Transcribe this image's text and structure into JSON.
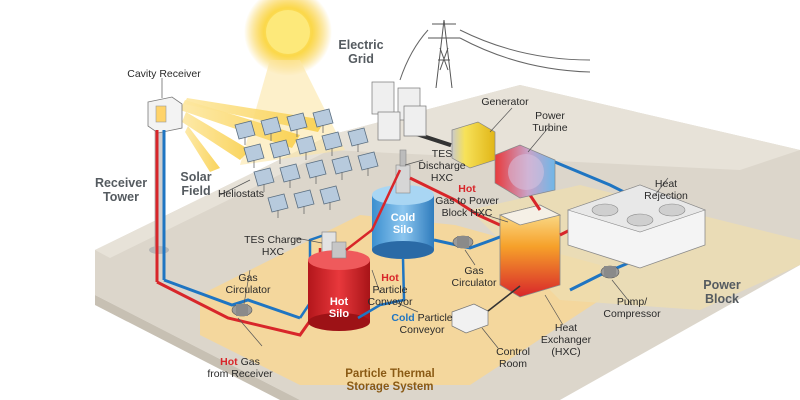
{
  "labels": {
    "cavity_receiver": "Cavity Receiver",
    "electric_grid": [
      "Electric",
      "Grid"
    ],
    "generator": "Generator",
    "power_turbine": [
      "Power",
      "Turbine"
    ],
    "tes_discharge_hxc": [
      "TES",
      "Discharge",
      "HXC"
    ],
    "receiver_tower": [
      "Receiver",
      "Tower"
    ],
    "solar_field": [
      "Solar",
      "Field"
    ],
    "heliostats": "Heliostats",
    "cold_silo": [
      "Cold",
      "Silo"
    ],
    "gas_to_power_block_hxc": {
      "hot": "Hot",
      "rest": [
        "Gas to Power",
        "Block HXC"
      ]
    },
    "heat_rejection": [
      "Heat",
      "Rejection"
    ],
    "tes_charge_hxc": [
      "TES Charge",
      "HXC"
    ],
    "gas_circulator_left": [
      "Gas",
      "Circulator"
    ],
    "hot_particle_conveyor": {
      "hot": "Hot",
      "rest": [
        "Particle",
        "Conveyor"
      ]
    },
    "gas_circulator_mid": [
      "Gas",
      "Circulator"
    ],
    "power_block": [
      "Power",
      "Block"
    ],
    "hot_silo": [
      "Hot",
      "Silo"
    ],
    "cold_particle_conveyor": {
      "cold": "Cold",
      "rest_first": "Particle",
      "rest": [
        "Conveyor"
      ]
    },
    "pump_compressor": [
      "Pump/",
      "Compressor"
    ],
    "heat_exchanger": [
      "Heat",
      "Exchanger",
      "(HXC)"
    ],
    "hot_gas_from_receiver": {
      "hot": "Hot",
      "rest_first": "Gas",
      "rest": [
        "from Receiver"
      ]
    },
    "control_room": [
      "Control",
      "Room"
    ],
    "particle_thermal_storage": [
      "Particle Thermal",
      "Storage System"
    ]
  },
  "colors": {
    "hot_flow": "#d8262a",
    "cold_flow": "#1f75c2",
    "ground": "#dcd6cb",
    "storage_zone": "#f4d79a",
    "sun": "#f7c21c"
  }
}
